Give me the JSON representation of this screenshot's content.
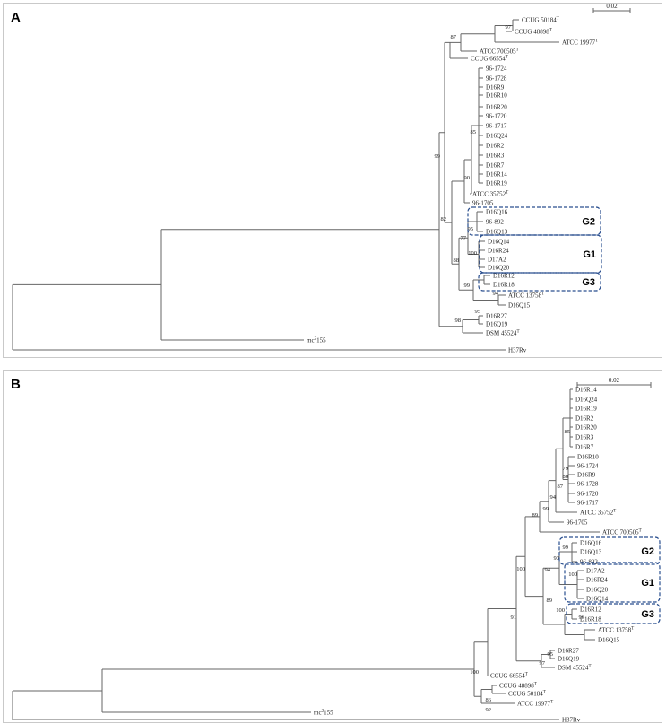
{
  "panels": [
    {
      "id": "A",
      "label": "A",
      "scale_label": "0.02",
      "leaves": [
        {
          "text": "CCUG 50184",
          "sup": "T"
        },
        {
          "text": "CCUG 48898",
          "sup": "T"
        },
        {
          "text": "ATCC 19977",
          "sup": "T"
        },
        {
          "text": "ATCC 700505",
          "sup": "T"
        },
        {
          "text": "CCUG 66554",
          "sup": "T"
        },
        {
          "text": "96-1724",
          "sup": ""
        },
        {
          "text": "96-1728",
          "sup": ""
        },
        {
          "text": "D16R9",
          "sup": ""
        },
        {
          "text": "D16R10",
          "sup": ""
        },
        {
          "text": "D16R20",
          "sup": ""
        },
        {
          "text": "96-1720",
          "sup": ""
        },
        {
          "text": "96-1717",
          "sup": ""
        },
        {
          "text": "D16Q24",
          "sup": ""
        },
        {
          "text": "D16R2",
          "sup": ""
        },
        {
          "text": "D16R3",
          "sup": ""
        },
        {
          "text": "D16R7",
          "sup": ""
        },
        {
          "text": "D16R14",
          "sup": ""
        },
        {
          "text": "D16R19",
          "sup": ""
        },
        {
          "text": "ATCC 35752",
          "sup": "T"
        },
        {
          "text": "96-1705",
          "sup": ""
        },
        {
          "text": "D16Q16",
          "sup": ""
        },
        {
          "text": "96-892",
          "sup": ""
        },
        {
          "text": "D16Q13",
          "sup": ""
        },
        {
          "text": "D16Q14",
          "sup": ""
        },
        {
          "text": "D16R24",
          "sup": ""
        },
        {
          "text": "D17A2",
          "sup": ""
        },
        {
          "text": "D16Q20",
          "sup": ""
        },
        {
          "text": "D16R12",
          "sup": ""
        },
        {
          "text": "D16R18",
          "sup": ""
        },
        {
          "text": "ATCC 13758",
          "sup": "T"
        },
        {
          "text": "D16Q15",
          "sup": ""
        },
        {
          "text": "D16R27",
          "sup": ""
        },
        {
          "text": "D16Q19",
          "sup": ""
        },
        {
          "text": "DSM 45524",
          "sup": "T"
        },
        {
          "text": "mc",
          "sup": "2",
          "suffix": "155"
        },
        {
          "text": "H37Rv",
          "sup": ""
        }
      ],
      "bootstrap": [
        "97",
        "87",
        "99",
        "85",
        "90",
        "95",
        "82",
        "77",
        "100",
        "88",
        "99",
        "94",
        "95",
        "98"
      ],
      "groups": [
        "G2",
        "G1",
        "G3"
      ]
    },
    {
      "id": "B",
      "label": "B",
      "scale_label": "0.02",
      "leaves": [
        {
          "text": "D16R14",
          "sup": ""
        },
        {
          "text": "D16Q24",
          "sup": ""
        },
        {
          "text": "D16R19",
          "sup": ""
        },
        {
          "text": "D16R2",
          "sup": ""
        },
        {
          "text": "D16R20",
          "sup": ""
        },
        {
          "text": "D16R3",
          "sup": ""
        },
        {
          "text": "D16R7",
          "sup": ""
        },
        {
          "text": "D16R10",
          "sup": ""
        },
        {
          "text": "96-1724",
          "sup": ""
        },
        {
          "text": "D16R9",
          "sup": ""
        },
        {
          "text": "96-1728",
          "sup": ""
        },
        {
          "text": "96-1720",
          "sup": ""
        },
        {
          "text": "96-1717",
          "sup": ""
        },
        {
          "text": "ATCC 35752",
          "sup": "T"
        },
        {
          "text": "96-1705",
          "sup": ""
        },
        {
          "text": "ATCC 700505",
          "sup": "T"
        },
        {
          "text": "D16Q16",
          "sup": ""
        },
        {
          "text": "D16Q13",
          "sup": ""
        },
        {
          "text": "96-892",
          "sup": ""
        },
        {
          "text": "D17A2",
          "sup": ""
        },
        {
          "text": "D16R24",
          "sup": ""
        },
        {
          "text": "D16Q20",
          "sup": ""
        },
        {
          "text": "D16Q14",
          "sup": ""
        },
        {
          "text": "D16R12",
          "sup": ""
        },
        {
          "text": "D16R18",
          "sup": ""
        },
        {
          "text": "ATCC 13758",
          "sup": "T"
        },
        {
          "text": "D16Q15",
          "sup": ""
        },
        {
          "text": "D16R27",
          "sup": ""
        },
        {
          "text": "D16Q19",
          "sup": ""
        },
        {
          "text": "DSM 45524",
          "sup": "T"
        },
        {
          "text": "CCUG 66554",
          "sup": "T"
        },
        {
          "text": "CCUG 48898",
          "sup": "T"
        },
        {
          "text": "CCUG 50184",
          "sup": "T"
        },
        {
          "text": "ATCC 19977",
          "sup": "T"
        },
        {
          "text": "mc",
          "sup": "2",
          "suffix": "155"
        },
        {
          "text": "H37Rv",
          "sup": ""
        }
      ],
      "bootstrap": [
        "85",
        "79",
        "80",
        "87",
        "94",
        "99",
        "89",
        "99",
        "93",
        "100",
        "94",
        "89",
        "100",
        "96",
        "95",
        "97",
        "100",
        "91",
        "86",
        "92",
        "100"
      ],
      "groups": [
        "G2",
        "G1",
        "G3"
      ]
    }
  ]
}
